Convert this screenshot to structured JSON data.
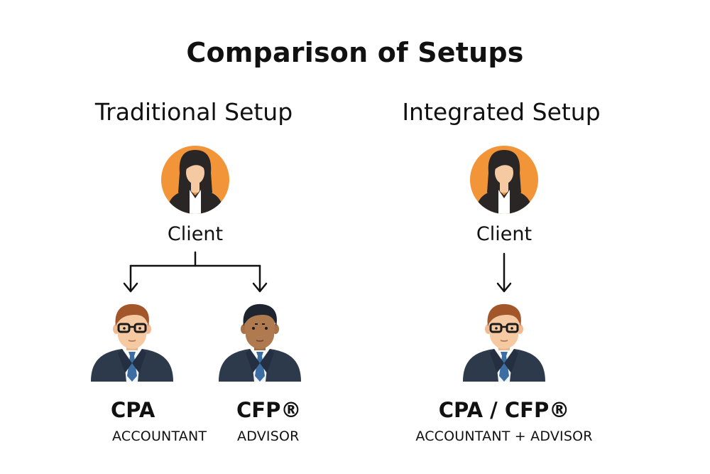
{
  "title": "Comparison of Setups",
  "traditional": {
    "heading": "Traditional Setup",
    "client_label": "Client",
    "cpa": {
      "role": "CPA",
      "subtitle": "ACCOUNTANT"
    },
    "cfp": {
      "role": "CFP®",
      "subtitle": "ADVISOR"
    }
  },
  "integrated": {
    "heading": "Integrated Setup",
    "client_label": "Client",
    "combined": {
      "role": "CPA / CFP®",
      "subtitle": "ACCOUNTANT + ADVISOR"
    }
  },
  "icons": {
    "client_avatar": "female-client-avatar-icon",
    "professional_avatar": "male-professional-avatar-icon"
  },
  "colors": {
    "client_circle": "#f29538",
    "hair": "#2b2626",
    "skin_light": "#f5c9a2",
    "skin_dark": "#b07a50",
    "suit": "#2c3a4c",
    "tie": "#3d6ea3",
    "professional_hair": "#a2562a",
    "advisor_hair": "#1f2530"
  }
}
